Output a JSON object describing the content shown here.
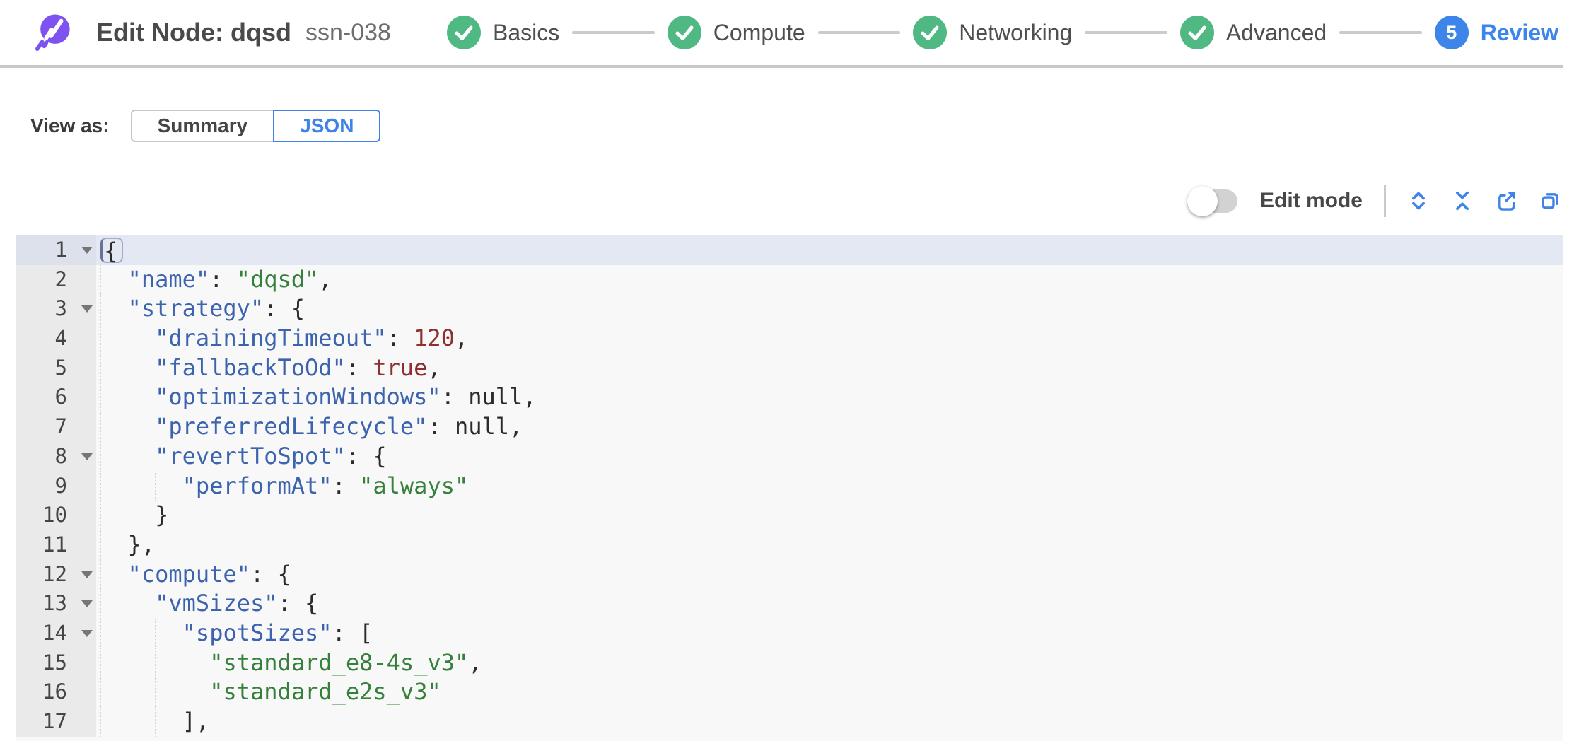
{
  "header": {
    "title": "Edit Node: dqsd",
    "node_id": "ssn-038",
    "logo": "spot-logo",
    "steps": [
      {
        "label": "Basics",
        "state": "done"
      },
      {
        "label": "Compute",
        "state": "done"
      },
      {
        "label": "Networking",
        "state": "done"
      },
      {
        "label": "Advanced",
        "state": "done"
      },
      {
        "label": "Review",
        "state": "active",
        "number": "5"
      }
    ]
  },
  "view_as": {
    "label": "View as:",
    "options": [
      {
        "label": "Summary",
        "selected": false
      },
      {
        "label": "JSON",
        "selected": true
      }
    ]
  },
  "toolbar": {
    "edit_mode_label": "Edit mode",
    "edit_mode_on": false,
    "icons": [
      "expand-all-icon",
      "collapse-all-icon",
      "export-icon",
      "copy-icon"
    ]
  },
  "colors": {
    "accent_blue": "#3f83e8",
    "step_green": "#50b983",
    "logo_purple": "#7e52f0",
    "key_blue": "#3c63ad",
    "string_green": "#35803a",
    "number_red": "#8e3030",
    "active_line": "#e3e8f3",
    "editor_bg": "#f8f8f8",
    "gutter_bg": "#eaeaea"
  },
  "editor": {
    "lines": [
      {
        "num": 1,
        "fold": true,
        "active": true,
        "indent": 0,
        "tokens": [
          {
            "t": "{",
            "c": "p",
            "box": true
          }
        ]
      },
      {
        "num": 2,
        "fold": false,
        "active": false,
        "indent": 2,
        "tokens": [
          {
            "t": "\"name\"",
            "c": "k"
          },
          {
            "t": ": ",
            "c": "p"
          },
          {
            "t": "\"dqsd\"",
            "c": "s"
          },
          {
            "t": ",",
            "c": "p"
          }
        ]
      },
      {
        "num": 3,
        "fold": true,
        "active": false,
        "indent": 2,
        "tokens": [
          {
            "t": "\"strategy\"",
            "c": "k"
          },
          {
            "t": ": {",
            "c": "p"
          }
        ]
      },
      {
        "num": 4,
        "fold": false,
        "active": false,
        "indent": 4,
        "tokens": [
          {
            "t": "\"drainingTimeout\"",
            "c": "k"
          },
          {
            "t": ": ",
            "c": "p"
          },
          {
            "t": "120",
            "c": "n"
          },
          {
            "t": ",",
            "c": "p"
          }
        ]
      },
      {
        "num": 5,
        "fold": false,
        "active": false,
        "indent": 4,
        "tokens": [
          {
            "t": "\"fallbackToOd\"",
            "c": "k"
          },
          {
            "t": ": ",
            "c": "p"
          },
          {
            "t": "true",
            "c": "n"
          },
          {
            "t": ",",
            "c": "p"
          }
        ]
      },
      {
        "num": 6,
        "fold": false,
        "active": false,
        "indent": 4,
        "tokens": [
          {
            "t": "\"optimizationWindows\"",
            "c": "k"
          },
          {
            "t": ": null,",
            "c": "p"
          }
        ]
      },
      {
        "num": 7,
        "fold": false,
        "active": false,
        "indent": 4,
        "tokens": [
          {
            "t": "\"preferredLifecycle\"",
            "c": "k"
          },
          {
            "t": ": null,",
            "c": "p"
          }
        ]
      },
      {
        "num": 8,
        "fold": true,
        "active": false,
        "indent": 4,
        "tokens": [
          {
            "t": "\"revertToSpot\"",
            "c": "k"
          },
          {
            "t": ": {",
            "c": "p"
          }
        ]
      },
      {
        "num": 9,
        "fold": false,
        "active": false,
        "indent": 6,
        "tokens": [
          {
            "t": "\"performAt\"",
            "c": "k"
          },
          {
            "t": ": ",
            "c": "p"
          },
          {
            "t": "\"always\"",
            "c": "s"
          }
        ]
      },
      {
        "num": 10,
        "fold": false,
        "active": false,
        "indent": 4,
        "tokens": [
          {
            "t": "}",
            "c": "p"
          }
        ]
      },
      {
        "num": 11,
        "fold": false,
        "active": false,
        "indent": 2,
        "tokens": [
          {
            "t": "},",
            "c": "p"
          }
        ]
      },
      {
        "num": 12,
        "fold": true,
        "active": false,
        "indent": 2,
        "tokens": [
          {
            "t": "\"compute\"",
            "c": "k"
          },
          {
            "t": ": {",
            "c": "p"
          }
        ]
      },
      {
        "num": 13,
        "fold": true,
        "active": false,
        "indent": 4,
        "tokens": [
          {
            "t": "\"vmSizes\"",
            "c": "k"
          },
          {
            "t": ": {",
            "c": "p"
          }
        ]
      },
      {
        "num": 14,
        "fold": true,
        "active": false,
        "indent": 6,
        "tokens": [
          {
            "t": "\"spotSizes\"",
            "c": "k"
          },
          {
            "t": ": [",
            "c": "p"
          }
        ]
      },
      {
        "num": 15,
        "fold": false,
        "active": false,
        "indent": 8,
        "tokens": [
          {
            "t": "\"standard_e8-4s_v3\"",
            "c": "s"
          },
          {
            "t": ",",
            "c": "p"
          }
        ]
      },
      {
        "num": 16,
        "fold": false,
        "active": false,
        "indent": 8,
        "tokens": [
          {
            "t": "\"standard_e2s_v3\"",
            "c": "s"
          }
        ]
      },
      {
        "num": 17,
        "fold": false,
        "active": false,
        "indent": 6,
        "tokens": [
          {
            "t": "],",
            "c": "p"
          }
        ]
      }
    ]
  }
}
